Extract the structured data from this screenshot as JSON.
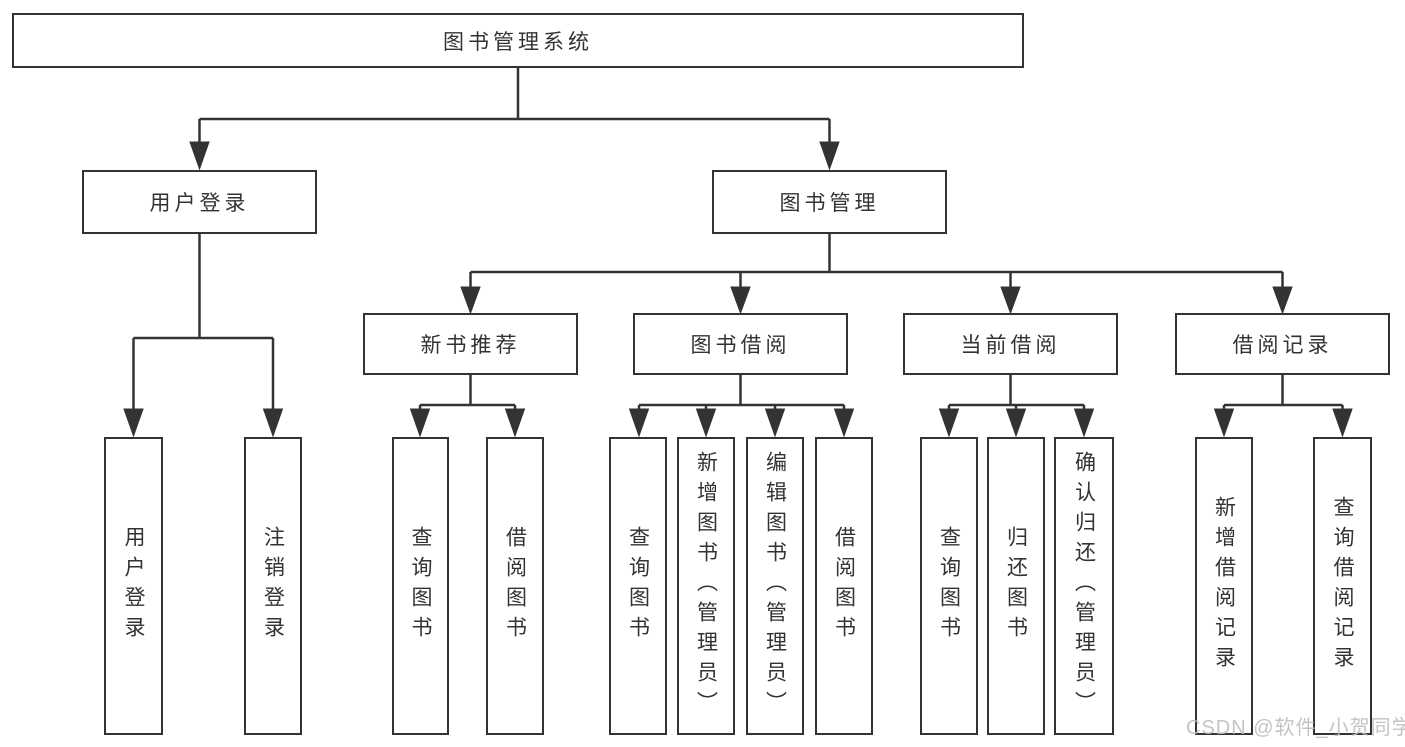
{
  "title": "图书管理系统",
  "watermark": "CSDN @软件_小贺同学",
  "colors": {
    "line": "#333333",
    "text": "#333333",
    "background": "#ffffff",
    "watermark": "#bdbdbd"
  },
  "nodes": {
    "root": {
      "label": "图书管理系统",
      "children": [
        "login",
        "mgmt"
      ]
    },
    "login": {
      "label": "用户登录",
      "children": [
        "login_user",
        "login_logout"
      ]
    },
    "mgmt": {
      "label": "图书管理",
      "children": [
        "rec",
        "borrow",
        "current",
        "records"
      ]
    },
    "rec": {
      "label": "新书推荐",
      "children": [
        "rec_query",
        "rec_borrow"
      ]
    },
    "borrow": {
      "label": "图书借阅",
      "children": [
        "borrow_query",
        "borrow_add",
        "borrow_edit",
        "borrow_lend"
      ]
    },
    "current": {
      "label": "当前借阅",
      "children": [
        "cur_query",
        "cur_return",
        "cur_confirm"
      ]
    },
    "records": {
      "label": "借阅记录",
      "children": [
        "record_add",
        "record_query"
      ]
    },
    "login_user": {
      "label": "用户登录"
    },
    "login_logout": {
      "label": "注销登录"
    },
    "rec_query": {
      "label": "查询图书"
    },
    "rec_borrow": {
      "label": "借阅图书"
    },
    "borrow_query": {
      "label": "查询图书"
    },
    "borrow_add": {
      "label": "新增图书（管理员）"
    },
    "borrow_edit": {
      "label": "编辑图书（管理员）"
    },
    "borrow_lend": {
      "label": "借阅图书"
    },
    "cur_query": {
      "label": "查询图书"
    },
    "cur_return": {
      "label": "归还图书"
    },
    "cur_confirm": {
      "label": "确认归还（管理员）"
    },
    "record_add": {
      "label": "新增借阅记录"
    },
    "record_query": {
      "label": "查询借阅记录"
    }
  }
}
